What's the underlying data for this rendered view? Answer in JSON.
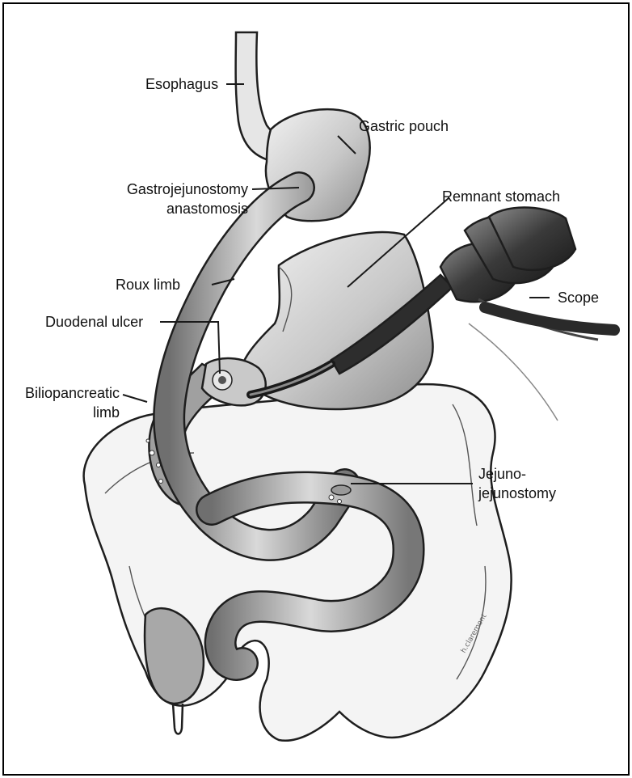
{
  "labels": {
    "esophagus": "Esophagus",
    "gastric_pouch": "Gastric pouch",
    "gastrojejunostomy_line1": "Gastrojejunostomy",
    "gastrojejunostomy_line2": "anastomosis",
    "remnant_stomach": "Remnant stomach",
    "roux_limb": "Roux limb",
    "scope": "Scope",
    "duodenal_ulcer": "Duodenal ulcer",
    "biliopancreatic_line1": "Biliopancreatic",
    "biliopancreatic_line2": "limb",
    "jejuno_line1": "Jejuno-",
    "jejuno_line2": "jejunostomy"
  },
  "signature": "h.claremont",
  "colors": {
    "background": "#ffffff",
    "outline": "#1e1e1e",
    "stomach_fill": "#d4d4d4",
    "intestine_fill": "#f4f4f4",
    "limb_fill": "#a9a9a9",
    "scope_fill": "#3c3c3c"
  }
}
